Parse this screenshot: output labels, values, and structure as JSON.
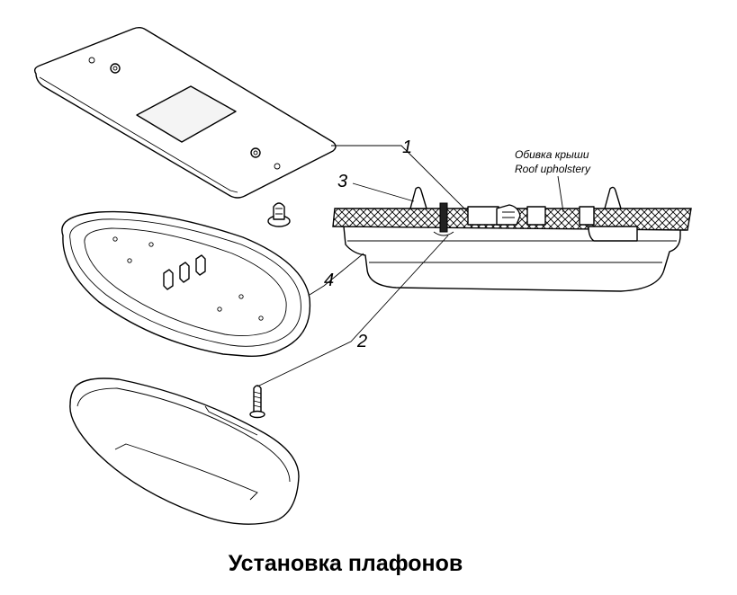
{
  "callouts": {
    "c1": "1",
    "c2": "2",
    "c3": "3",
    "c4": "4"
  },
  "upholstery_note": {
    "ru": "Обивка крыши",
    "en": "Roof upholstery"
  },
  "caption": "Установка плафонов"
}
